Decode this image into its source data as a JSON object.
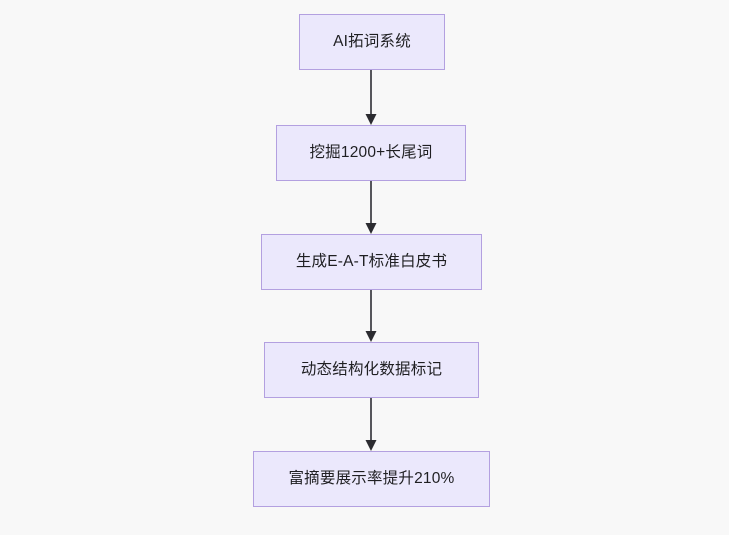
{
  "diagram": {
    "type": "flowchart",
    "direction": "top-to-bottom",
    "background_color": "#f8f8f8",
    "node_fill_color": "#ebe8fc",
    "node_border_color": "#b3a0e0",
    "node_text_color": "#1f1f22",
    "edge_color": "#56565c",
    "arrowhead_color": "#2b2b30",
    "nodes": [
      {
        "id": "n0",
        "label": "AI拓词系统"
      },
      {
        "id": "n1",
        "label": "挖掘1200+长尾词"
      },
      {
        "id": "n2",
        "label": "生成E-A-T标准白皮书"
      },
      {
        "id": "n3",
        "label": "动态结构化数据标记"
      },
      {
        "id": "n4",
        "label": "富摘要展示率提升210%"
      }
    ],
    "edges": [
      {
        "from": "n0",
        "to": "n1",
        "label": ""
      },
      {
        "from": "n1",
        "to": "n2",
        "label": ""
      },
      {
        "from": "n2",
        "to": "n3",
        "label": ""
      },
      {
        "from": "n3",
        "to": "n4",
        "label": ""
      }
    ]
  }
}
